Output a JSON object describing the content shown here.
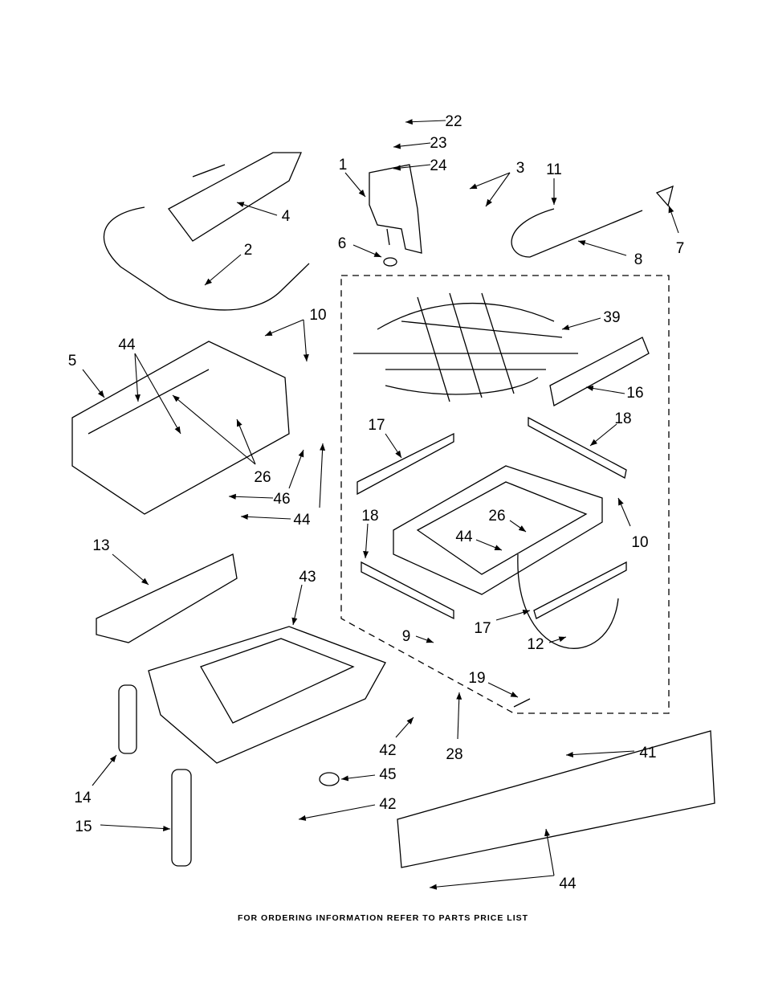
{
  "callouts": [
    "22",
    "23",
    "24",
    "1",
    "3",
    "11",
    "4",
    "2",
    "6",
    "8",
    "7",
    "10",
    "39",
    "44",
    "5",
    "16",
    "17",
    "18",
    "26",
    "46",
    "44",
    "26",
    "44",
    "10",
    "18",
    "13",
    "43",
    "17",
    "9",
    "12",
    "19",
    "42",
    "28",
    "41",
    "14",
    "45",
    "42",
    "15",
    "44"
  ],
  "footer": "FOR ORDERING INFORMATION REFER TO PARTS PRICE LIST"
}
